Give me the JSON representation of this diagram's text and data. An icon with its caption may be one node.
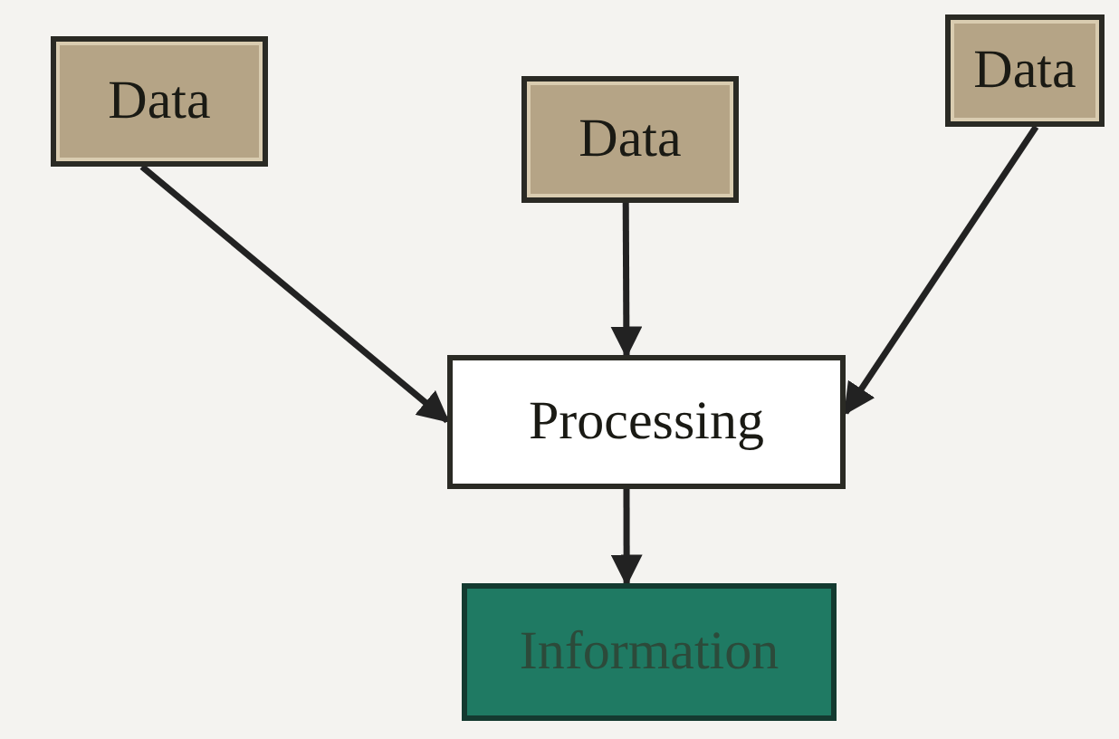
{
  "diagram": {
    "nodes": [
      {
        "text": [
          "Data"
        ]
      },
      {
        "text": [
          "Data"
        ]
      },
      {
        "text": [
          "Data"
        ]
      },
      {
        "text": [
          "Processing"
        ]
      },
      {
        "text": [
          "Information"
        ]
      }
    ],
    "edges": [
      {
        "from": 0,
        "to": 3,
        "arrow": "to"
      },
      {
        "from": 1,
        "to": 3,
        "arrow": "to"
      },
      {
        "from": 2,
        "to": 3,
        "arrow": "to"
      },
      {
        "from": 3,
        "to": 4,
        "arrow": "to"
      }
    ]
  }
}
